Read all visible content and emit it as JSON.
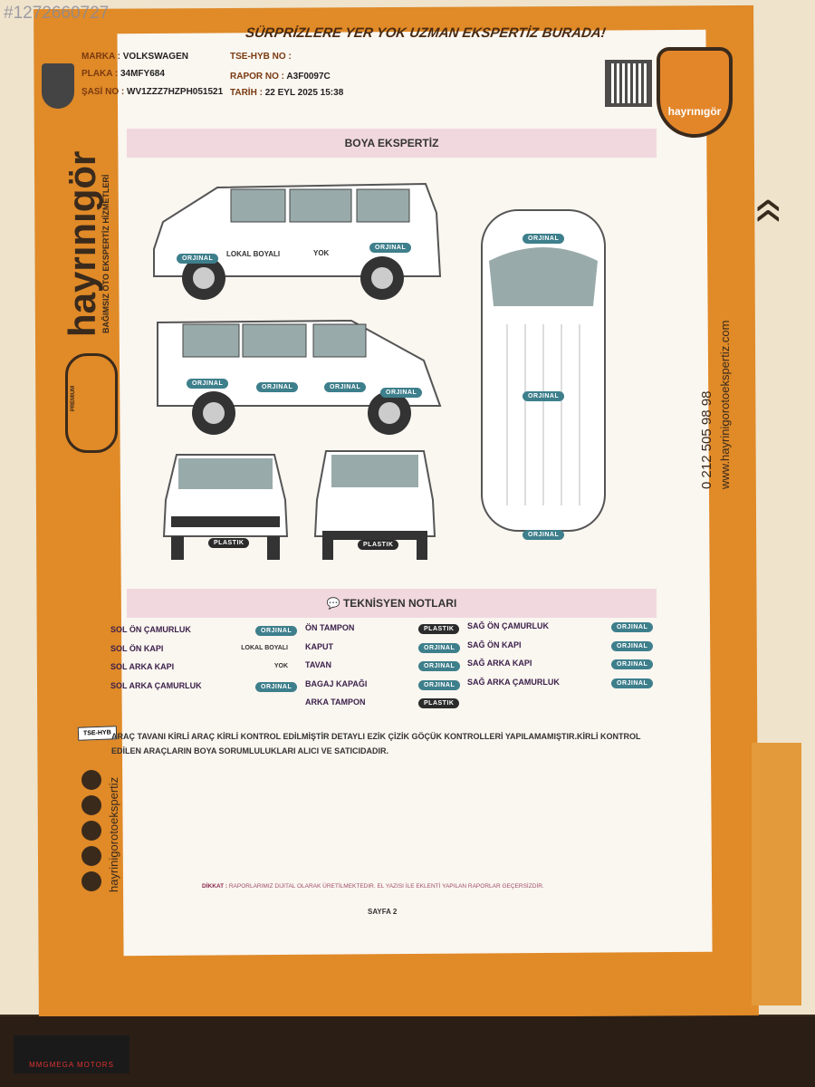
{
  "watermark_id": "#1272660727",
  "slogan": "SÜRPRİZLERE YER YOK UZMAN EKSPERTİZ BURADA!",
  "header": {
    "marka_label": "MARKA :",
    "marka": "VOLKSWAGEN",
    "plaka_label": "PLAKA :",
    "plaka": "34MFY684",
    "sasi_label": "ŞASİ NO :",
    "sasi": "WV1ZZZ7HZPH051521",
    "tse_label": "TSE-HYB NO :",
    "rapor_label": "RAPOR NO :",
    "rapor": "A3F0097C",
    "tarih_label": "TARİH :",
    "tarih": "22 EYL 2025 15:38"
  },
  "brand": {
    "name": "hayrınıgör",
    "tagline": "BAĞIMSIZ OTO EKSPERTİZ HİZMETLERİ",
    "premium": "PREMIUM",
    "phone": "0 212 505 98 98",
    "web": "www.hayrinigorotoekspertiz.com",
    "social": "hayrinigorotoekspertiz"
  },
  "section1": "BOYA EKSPERTİZ",
  "diagram": {
    "side_top": [
      "ORJINAL",
      "LOKAL BOYALI",
      "YOK",
      "ORJINAL"
    ],
    "side_bottom": [
      "ORJINAL",
      "ORJINAL",
      "ORJINAL",
      "ORJINAL"
    ],
    "front": "PLASTIK",
    "rear": "PLASTIK",
    "roof_top": "ORJINAL",
    "roof_mid": "ORJINAL",
    "roof_bottom": "ORJINAL"
  },
  "section2": "TEKNİSYEN NOTLARI",
  "parts": [
    [
      {
        "n": "SOL ÖN ÇAMURLUK",
        "s": "ORJINAL",
        "t": "b"
      },
      {
        "n": "SOL ÖN KAPI",
        "s": "LOKAL BOYALI",
        "t": "p"
      },
      {
        "n": "SOL ARKA KAPI",
        "s": "YOK",
        "t": "p"
      },
      {
        "n": "SOL ARKA ÇAMURLUK",
        "s": "ORJINAL",
        "t": "b"
      }
    ],
    [
      {
        "n": "ÖN TAMPON",
        "s": "PLASTIK",
        "t": "d"
      },
      {
        "n": "KAPUT",
        "s": "ORJINAL",
        "t": "b"
      },
      {
        "n": "TAVAN",
        "s": "ORJINAL",
        "t": "b"
      },
      {
        "n": "BAGAJ KAPAĞI",
        "s": "ORJINAL",
        "t": "b"
      },
      {
        "n": "ARKA TAMPON",
        "s": "PLASTIK",
        "t": "d"
      }
    ],
    [
      {
        "n": "SAĞ ÖN ÇAMURLUK",
        "s": "ORJINAL",
        "t": "b"
      },
      {
        "n": "SAĞ ÖN KAPI",
        "s": "ORJINAL",
        "t": "b"
      },
      {
        "n": "SAĞ ARKA KAPI",
        "s": "ORJINAL",
        "t": "b"
      },
      {
        "n": "SAĞ ARKA ÇAMURLUK",
        "s": "ORJINAL",
        "t": "b"
      }
    ]
  ],
  "tse_badge": "TSE-HYB",
  "note": "ARAÇ TAVANI KİRLİ ARAÇ KİRLİ KONTROL EDİLMİŞTİR DETAYLI EZİK ÇİZİK GÖÇÜK KONTROLLERİ YAPILAMAMIŞTIR.KİRLİ KONTROL EDİLEN ARAÇLARIN BOYA SORUMLULUKLARI ALICI VE SATICIDADIR.",
  "dikkat_label": "DİKKAT :",
  "dikkat": "RAPORLARIMIZ DIJITAL OLARAK ÜRETİLMEKTEDIR. EL YAZISI İLE EKLENTİ YAPILAN RAPORLAR GEÇERSİZDİR.",
  "page_no": "SAYFA 2",
  "dealer_logo": "MMGMEGA MOTORS",
  "colors": {
    "orange": "#e08a28",
    "badge": "#3e7f8c",
    "band": "#f1d8df"
  }
}
